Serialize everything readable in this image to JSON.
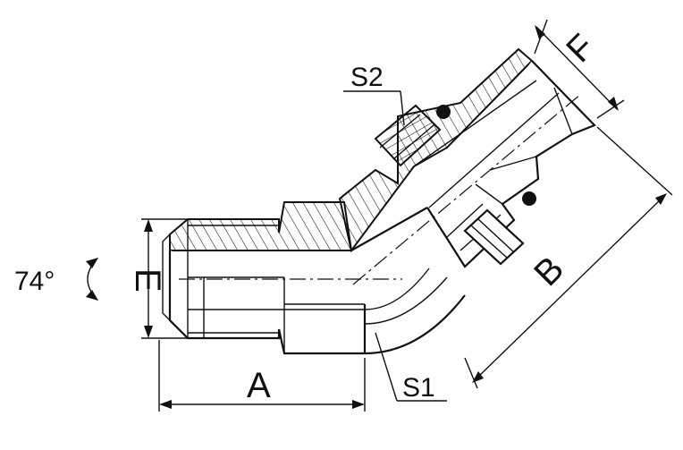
{
  "labels": {
    "a": "A",
    "b": "B",
    "e": "E",
    "f": "F",
    "s1": "S1",
    "s2": "S2",
    "angle": "74°"
  },
  "colors": {
    "line": "#111111",
    "background": "#ffffff"
  }
}
